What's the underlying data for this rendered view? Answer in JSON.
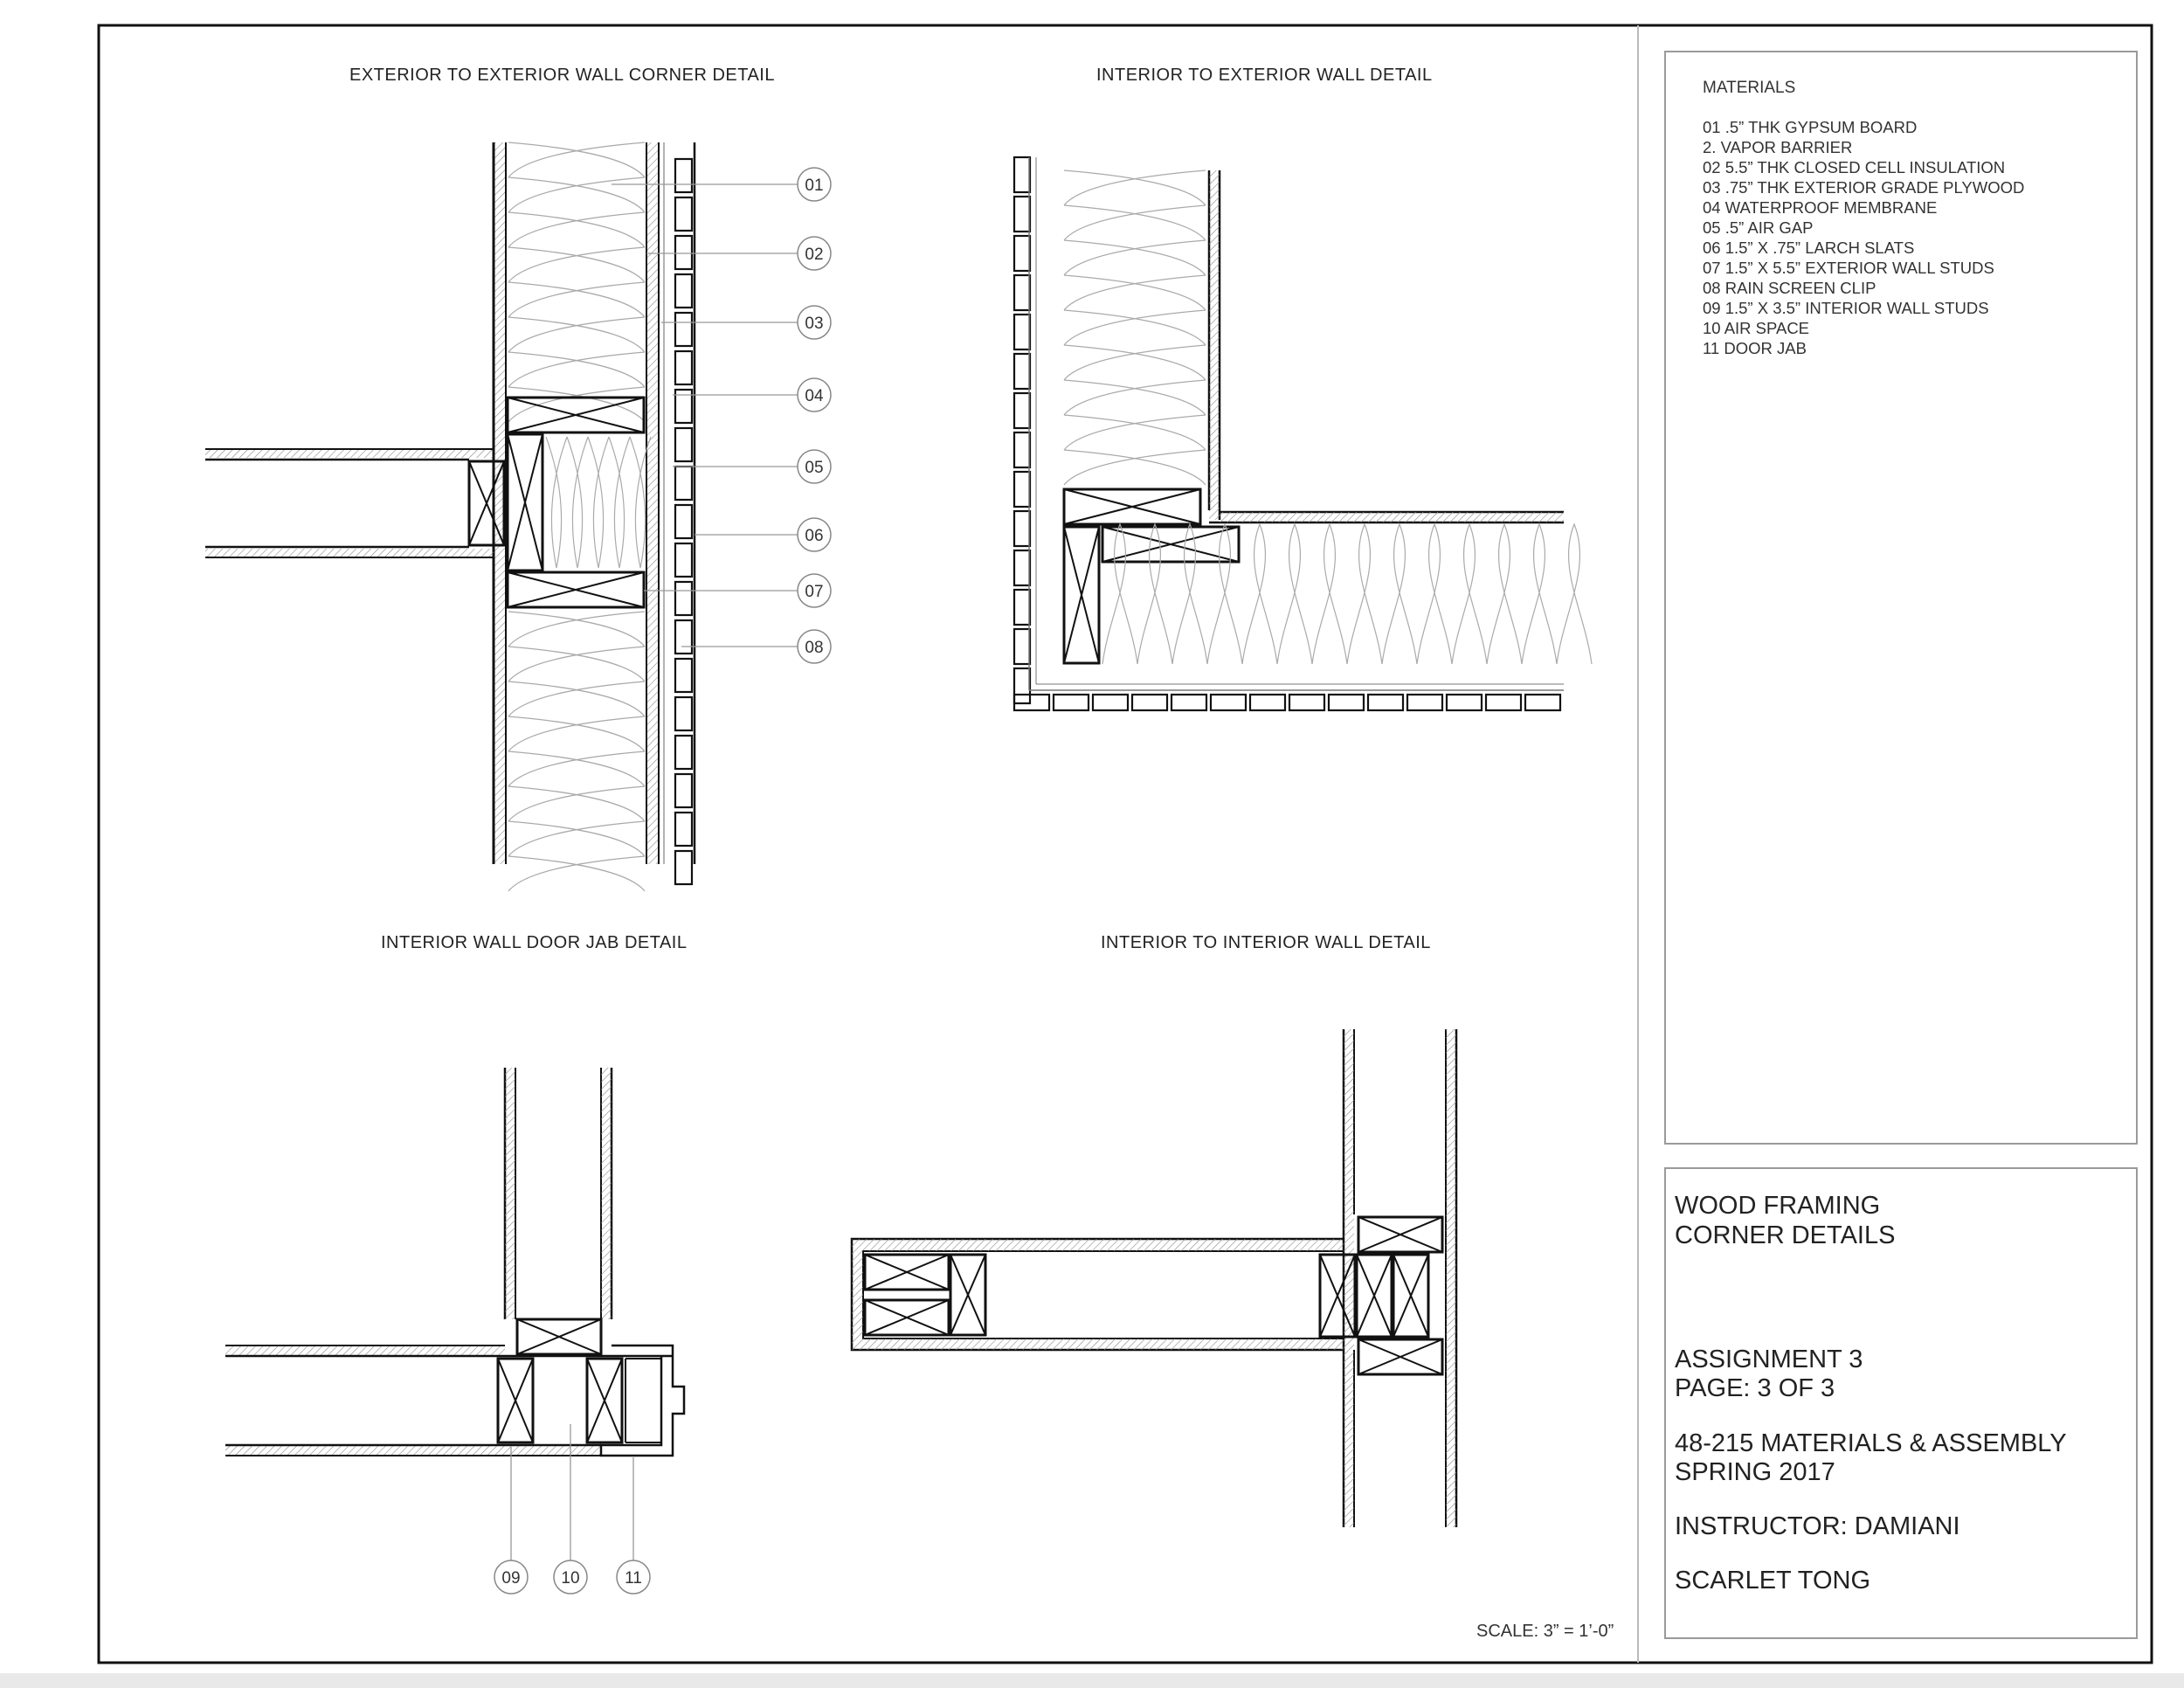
{
  "details": {
    "ext_ext_title": "EXTERIOR TO EXTERIOR WALL CORNER DETAIL",
    "int_ext_title": "INTERIOR TO EXTERIOR WALL DETAIL",
    "door_jab_title": "INTERIOR WALL DOOR JAB DETAIL",
    "int_int_title": "INTERIOR TO INTERIOR WALL DETAIL"
  },
  "callouts": {
    "c01": "01",
    "c02": "02",
    "c03": "03",
    "c04": "04",
    "c05": "05",
    "c06": "06",
    "c07": "07",
    "c08": "08",
    "c09": "09",
    "c10": "10",
    "c11": "11"
  },
  "materials": {
    "heading": "MATERIALS",
    "items": [
      "01 .5” THK GYPSUM BOARD",
      "2. VAPOR BARRIER",
      "02 5.5” THK CLOSED CELL INSULATION",
      "03 .75” THK EXTERIOR GRADE PLYWOOD",
      "04 WATERPROOF MEMBRANE",
      "05 .5” AIR GAP",
      "06 1.5” X .75” LARCH SLATS",
      "07 1.5” X 5.5” EXTERIOR WALL STUDS",
      "08 RAIN SCREEN CLIP",
      "09 1.5” X 3.5” INTERIOR WALL STUDS",
      "10 AIR SPACE",
      "11 DOOR JAB"
    ]
  },
  "title_block": {
    "line1": "WOOD FRAMING",
    "line2": "CORNER DETAILS",
    "assignment": "ASSIGNMENT 3",
    "page": "PAGE: 3 OF 3",
    "course": "48-215 MATERIALS & ASSEMBLY",
    "term": "SPRING  2017",
    "instructor": "INSTRUCTOR: DAMIANI",
    "author": "SCARLET TONG"
  },
  "scale": "SCALE: 3” = 1’-0”"
}
